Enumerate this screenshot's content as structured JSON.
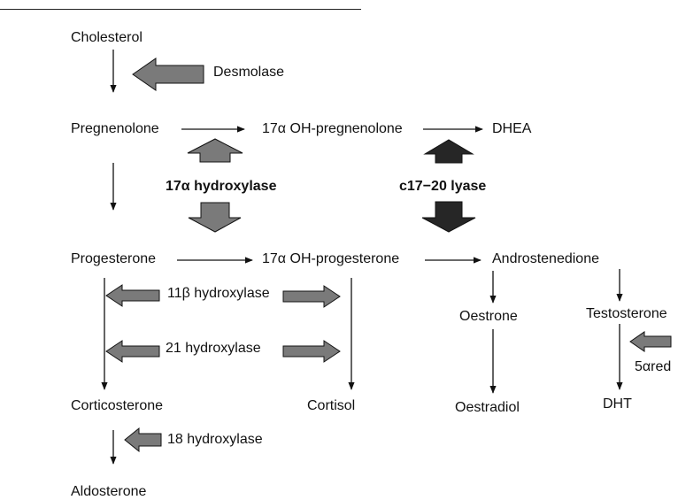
{
  "compounds": {
    "cholesterol": "Cholesterol",
    "pregnenolone": "Pregnenolone",
    "oh_pregnenolone": "17α OH-pregnenolone",
    "dhea": "DHEA",
    "progesterone": "Progesterone",
    "oh_progesterone": "17α OH-progesterone",
    "androstenedione": "Androstenedione",
    "oestrone": "Oestrone",
    "testosterone": "Testosterone",
    "corticosterone": "Corticosterone",
    "cortisol": "Cortisol",
    "oestradiol": "Oestradiol",
    "dht": "DHT",
    "aldosterone": "Aldosterone"
  },
  "enzymes": {
    "desmolase": "Desmolase",
    "hydroxylase_17a": "17α hydroxylase",
    "lyase": "c17−20 lyase",
    "hydroxylase_11b": "11β hydroxylase",
    "hydroxylase_21": "21 hydroxylase",
    "reductase_5a": "5αred",
    "hydroxylase_18": "18 hydroxylase"
  },
  "colors": {
    "arrow_gray": "#7a7a7a",
    "arrow_dark": "#262626",
    "line": "#111111"
  }
}
